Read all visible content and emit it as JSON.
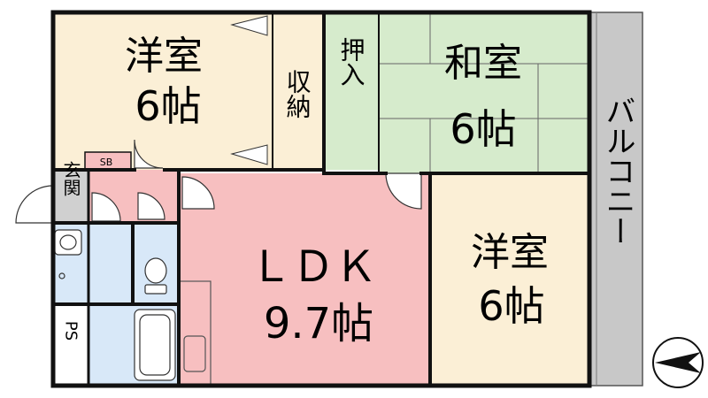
{
  "rooms": {
    "western_nw": {
      "name": "洋室",
      "size": "6帖"
    },
    "storage_closet": {
      "label": "収納"
    },
    "oshiire_closet": {
      "label": "押入"
    },
    "japanese": {
      "name": "和室",
      "size": "6帖"
    },
    "balcony": {
      "label": "バルコニー"
    },
    "shoe_box": {
      "label": "SB"
    },
    "entrance": {
      "label": "玄関"
    },
    "ldk": {
      "name": "ＬＤＫ",
      "size": "9.7帖"
    },
    "western_se": {
      "name": "洋室",
      "size": "6帖"
    },
    "pipe_space": {
      "label": "PS"
    }
  },
  "colors": {
    "western": "#fbefd6",
    "japanese": "#d6ebcc",
    "ldk": "#f7bfc0",
    "wet_area": "#d8e8f8",
    "balcony": "#c8c8c8",
    "entrance": "#d0d0d0",
    "wall": "#111111"
  },
  "icons": {
    "north_arrow": "north-arrow-icon"
  }
}
